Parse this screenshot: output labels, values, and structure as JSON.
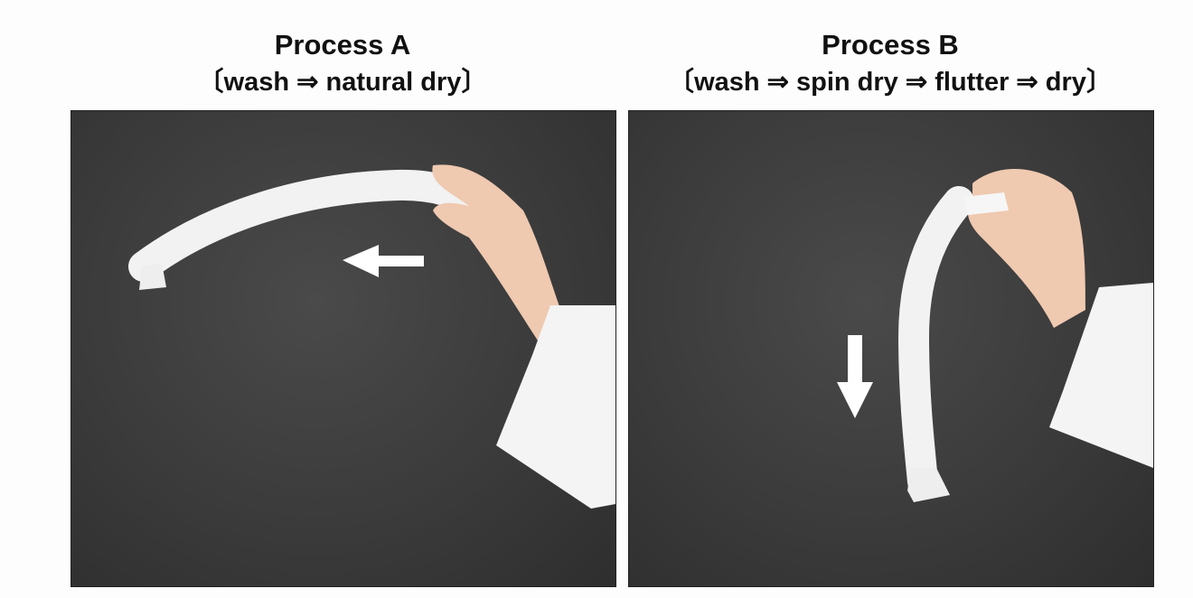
{
  "panels": [
    {
      "title": "Process A",
      "subtitle": "〔wash ⇒ natural dry〕",
      "arrow_direction": "left"
    },
    {
      "title": "Process B",
      "subtitle": "〔wash ⇒ spin dry ⇒ flutter ⇒ dry〕",
      "arrow_direction": "down"
    }
  ]
}
